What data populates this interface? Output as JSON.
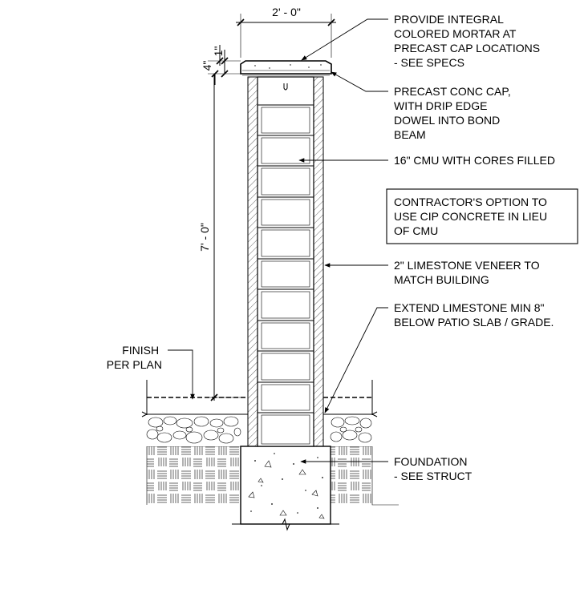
{
  "dimensions": {
    "cap_width": "2' - 0\"",
    "drip": "1\"",
    "cap_height": "4\"",
    "wall_height": "7' - 0\""
  },
  "notes": {
    "mortar": [
      "PROVIDE INTEGRAL",
      "COLORED MORTAR AT",
      "PRECAST CAP LOCATIONS",
      "- SEE SPECS"
    ],
    "cap": [
      "PRECAST CONC CAP,",
      "WITH DRIP EDGE",
      "DOWEL INTO BOND",
      "BEAM"
    ],
    "cmu": [
      "16\" CMU WITH CORES FILLED"
    ],
    "option": [
      "CONTRACTOR'S OPTION TO",
      "USE CIP CONCRETE IN LIEU",
      "OF CMU"
    ],
    "veneer": [
      "2\" LIMESTONE VENEER TO",
      "MATCH BUILDING"
    ],
    "extend": [
      "EXTEND LIMESTONE MIN 8\"",
      "BELOW PATIO SLAB / GRADE."
    ],
    "finish": [
      "FINISH",
      "PER PLAN"
    ],
    "foundation": [
      "FOUNDATION",
      "- SEE STRUCT"
    ]
  },
  "colors": {
    "ink": "#000000",
    "paper": "#ffffff"
  }
}
